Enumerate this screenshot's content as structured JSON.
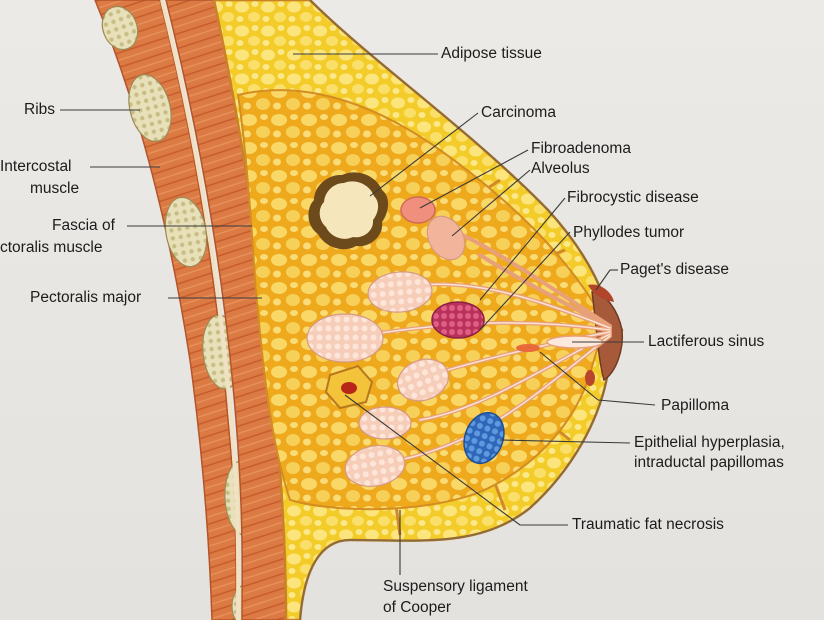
{
  "diagram": {
    "labels": {
      "adipose": "Adipose tissue",
      "carcinoma": "Carcinoma",
      "fibroadenoma": "Fibroadenoma",
      "alveolus": "Alveolus",
      "fibrocystic": "Fibrocystic disease",
      "phyllodes": "Phyllodes tumor",
      "paget": "Paget's disease",
      "lactiferous": "Lactiferous sinus",
      "papilloma": "Papilloma",
      "epithelial_1": "Epithelial hyperplasia,",
      "epithelial_2": "intraductal papillomas",
      "traumatic": "Traumatic fat necrosis",
      "suspensory_1": "Suspensory ligament",
      "suspensory_2": "of Cooper",
      "ribs": "Ribs",
      "intercostal_1": "Intercostal",
      "intercostal_2": "muscle",
      "fascia_1": "Fascia of",
      "fascia_2": "ctoralis muscle",
      "pectoralis": "Pectoralis major"
    },
    "colors": {
      "muscle": "#d9733d",
      "fat": "#f5d43a",
      "gland": "#f1b01e",
      "lobule": "#f4c9b4",
      "carcinoma": "#f3e3b8",
      "fibrocystic": "#cc3f6b",
      "epithelial": "#3d7fd0",
      "duct": "#e4946f"
    }
  }
}
